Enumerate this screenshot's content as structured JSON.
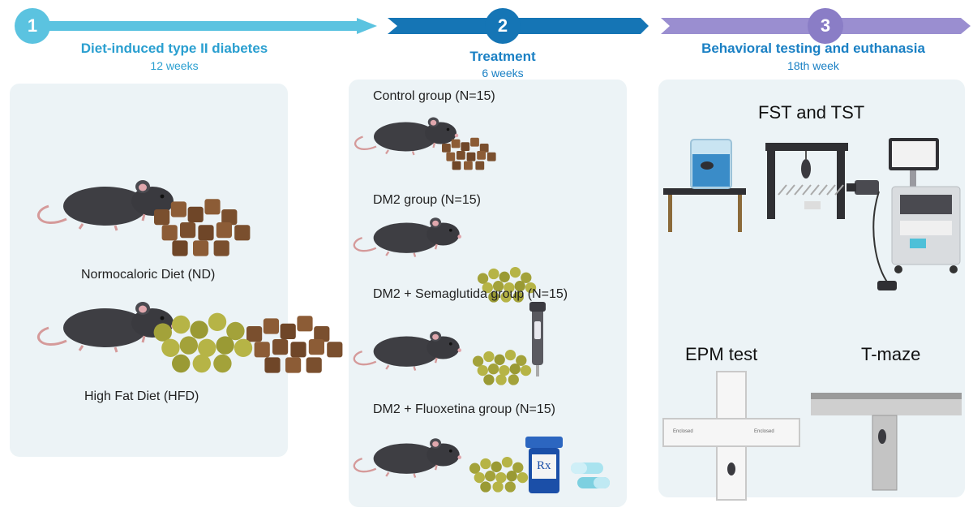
{
  "colors": {
    "phase1": "#5bc3e0",
    "phase2": "#1575b5",
    "phase3": "#9a8ed0",
    "panel": "#ecf3f6",
    "title1": "#2a9fd0",
    "title2": "#1a80c4",
    "title3": "#1a80c4"
  },
  "phases": [
    {
      "number": "1",
      "title": "Diet-induced type II diabetes",
      "subtitle": "12 weeks"
    },
    {
      "number": "2",
      "title": "Treatment",
      "subtitle": "6 weeks"
    },
    {
      "number": "3",
      "title": "Behavioral testing and euthanasia",
      "subtitle": "18th week"
    }
  ],
  "panel1": {
    "labels": [
      "Normocaloric Diet (ND)",
      "High Fat Diet (HFD)"
    ]
  },
  "panel2": {
    "groups": [
      "Control group (N=15)",
      "DM2 group (N=15)",
      "DM2 + Semaglutida group (N=15)",
      "DM2 + Fluoxetina group (N=15)"
    ],
    "rx_symbol": "Rx"
  },
  "panel3": {
    "fst_title": "FST and TST",
    "epm_title": "EPM test",
    "tmaze_title": "T-maze",
    "enclosed_label": "Enclosed"
  },
  "icons": [
    "mouse-icon",
    "chow-pellets-icon",
    "syringe-pen-icon",
    "pill-bottle-icon",
    "capsule-icon",
    "water-beaker-icon",
    "tail-suspension-frame-icon",
    "camera-icon",
    "computer-cart-icon",
    "plus-maze-icon",
    "t-maze-icon"
  ]
}
